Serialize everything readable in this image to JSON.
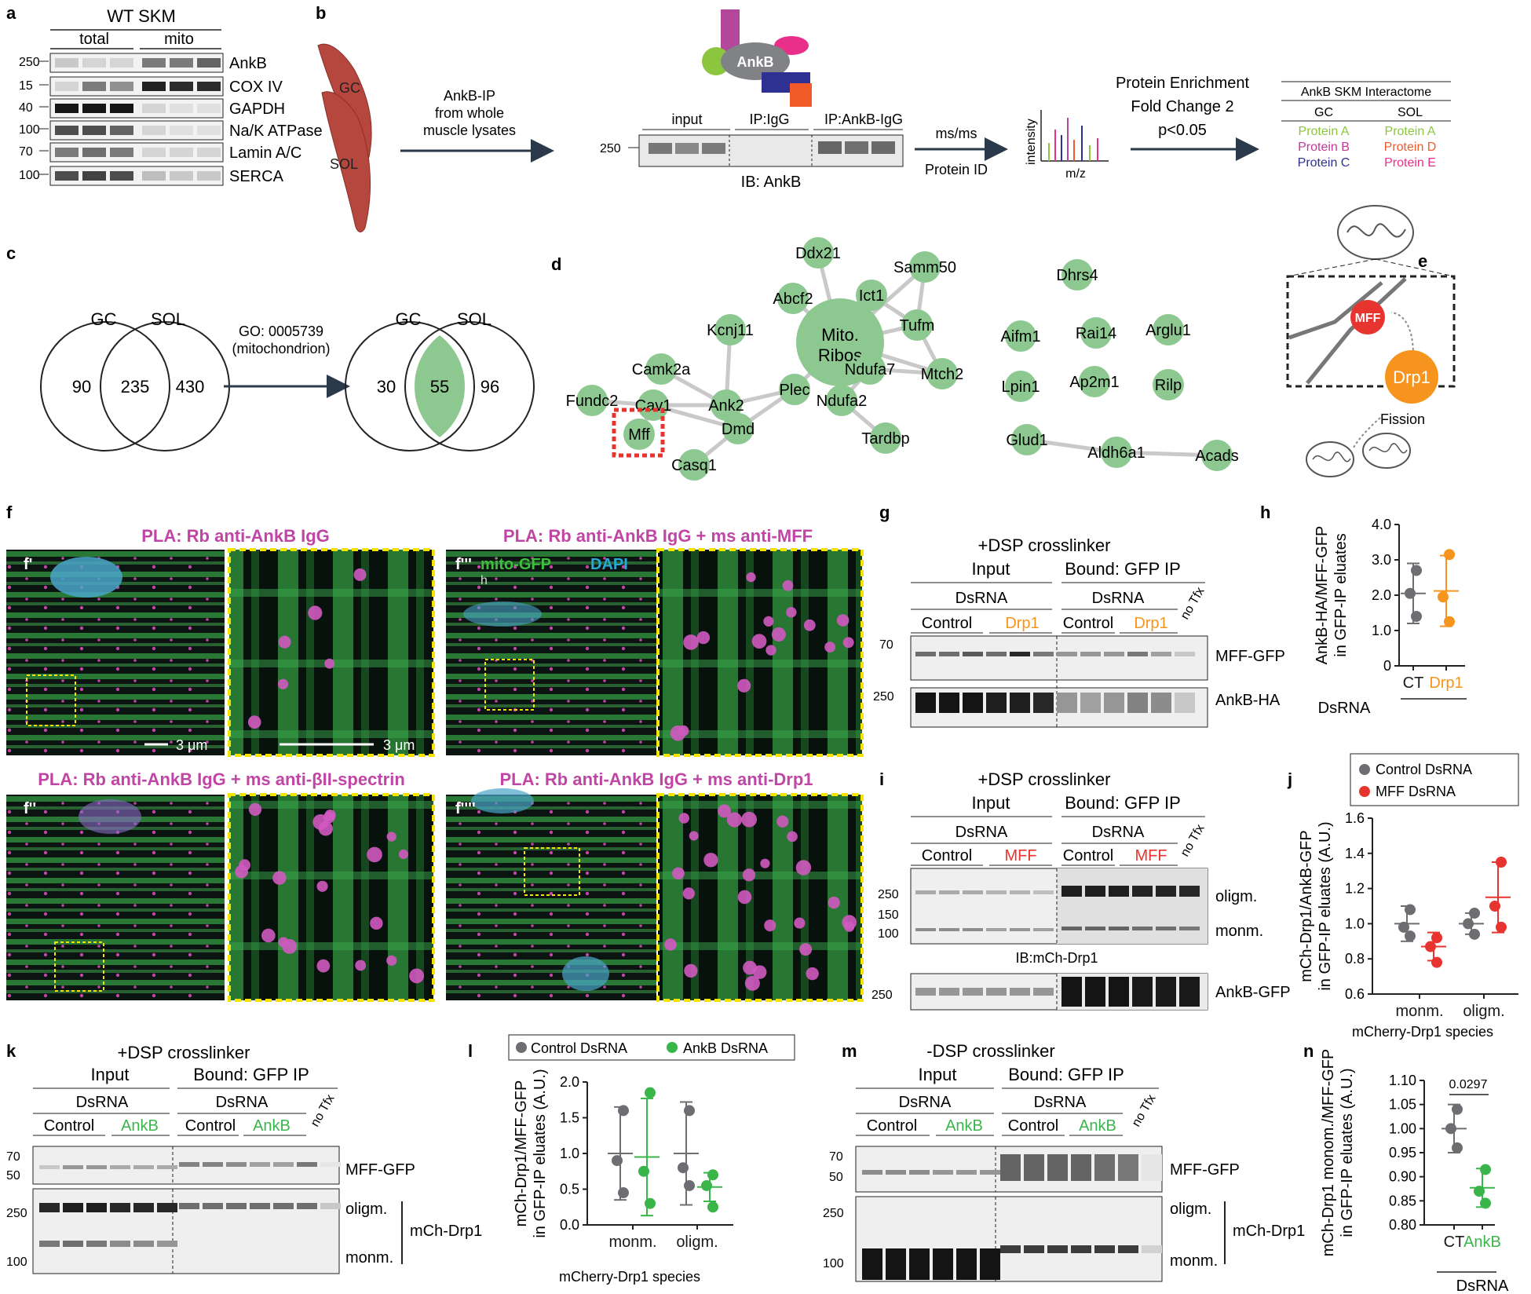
{
  "panel_labels": {
    "a": "a",
    "b": "b",
    "c": "c",
    "d": "d",
    "e": "e",
    "f": "f",
    "g": "g",
    "h": "h",
    "i": "i",
    "j": "j",
    "k": "k",
    "l": "l",
    "m": "m",
    "n": "n"
  },
  "a": {
    "title": "WT SKM",
    "groups": [
      "total",
      "mito"
    ],
    "markers": [
      {
        "mw": "250",
        "name": "AnkB"
      },
      {
        "mw": "15",
        "name": "COX IV"
      },
      {
        "mw": "40",
        "name": "GAPDH"
      },
      {
        "mw": "100",
        "name": "Na/K ATPase"
      },
      {
        "mw": "70",
        "name": "Lamin A/C"
      },
      {
        "mw": "100",
        "name": "SERCA"
      }
    ]
  },
  "b": {
    "muscle1": "GC",
    "muscle2": "SOL",
    "ip_text": [
      "AnkB-IP",
      "from whole",
      "muscle lysates"
    ],
    "complex_label": "AnkB",
    "blot_lanes": [
      "input",
      "IP:IgG",
      "IP:AnkB-IgG"
    ],
    "blot_mw": "250",
    "ib": "IB: AnkB",
    "msms": "ms/ms",
    "protein_id": "Protein ID",
    "spec_y": "intensity",
    "spec_x": "m/z",
    "enrich": [
      "Protein Enrichment",
      "Fold Change 2",
      "p<0.05"
    ],
    "table_title": "AnkB SKM Interactome",
    "table_cols": [
      "GC",
      "SOL"
    ],
    "table_rows": [
      [
        "Protein A",
        "Protein A"
      ],
      [
        "Protein B",
        "Protein D"
      ],
      [
        "Protein C",
        "Protein E"
      ]
    ],
    "table_colors": [
      [
        "#8cc63f",
        "#8cc63f"
      ],
      [
        "#c1399b",
        "#f15a29"
      ],
      [
        "#2e3192",
        "#e8308a"
      ]
    ]
  },
  "c": {
    "venn1_labels": [
      "GC",
      "SOL"
    ],
    "venn1_values": [
      "90",
      "235",
      "430"
    ],
    "go_label": [
      "GO: 0005739",
      "(mitochondrion)"
    ],
    "venn2_labels": [
      "GC",
      "SOL"
    ],
    "venn2_values": [
      "30",
      "55",
      "96"
    ]
  },
  "d": {
    "nodes": [
      "Ddx21",
      "Samm50",
      "Abcf2",
      "Ict1",
      "Kcnj11",
      "Mito.",
      "Ribos",
      "Tufm",
      "Camk2a",
      "Ndufa7",
      "Mtch2",
      "Ank2",
      "Plec",
      "Ndufa2",
      "Fundc2",
      "Cav1",
      "Mff",
      "Dmd",
      "Tardbp",
      "Casq1",
      "Dhrs4",
      "Aifm1",
      "Rai14",
      "Arglu1",
      "Lpin1",
      "Ap2m1",
      "Rilp",
      "Glud1",
      "Aldh6a1",
      "Acads"
    ]
  },
  "e": {
    "mff": "MFF",
    "drp1": "Drp1",
    "fission": "Fission"
  },
  "f": {
    "titles": [
      "PLA: Rb anti-AnkB IgG",
      "PLA: Rb anti-AnkB IgG + ms anti-MFF",
      "PLA: Rb anti-AnkB IgG + ms anti-βII-spectrin",
      "PLA: Rb anti-AnkB IgG + ms anti-Drp1"
    ],
    "sublabels": [
      "f'",
      "f'''",
      "f''",
      "f''''"
    ],
    "mito_label": "mito-GFP",
    "dapi_label": "DAPI",
    "scale1": "3 μm",
    "scale2": "3 μm",
    "stray": "h"
  },
  "g": {
    "title": "+DSP crosslinker",
    "input": "Input",
    "bound": "Bound: GFP IP",
    "dsrna": "DsRNA",
    "control": "Control",
    "kd": "Drp1",
    "notfx": "no Tfx",
    "mw1": "70",
    "mw2": "250",
    "band1": "MFF-GFP",
    "band2": "AnkB-HA"
  },
  "h": {
    "ylabel": [
      "AnkB-HA/MFF-GFP",
      "in GFP-IP eluates"
    ],
    "yticks": [
      "0",
      "1.0",
      "2.0",
      "3.0",
      "4.0"
    ],
    "cats": [
      "CT",
      "Drp1"
    ],
    "group": "DsRNA"
  },
  "i": {
    "title": "+DSP crosslinker",
    "input": "Input",
    "bound": "Bound: GFP IP",
    "dsrna": "DsRNA",
    "control": "Control",
    "kd": "MFF",
    "notfx": "no Tfx",
    "mw": [
      "250",
      "150",
      "100",
      "250"
    ],
    "olig": "oligm.",
    "mono": "monm.",
    "ib": "IB:mCh-Drp1",
    "band": "AnkB-GFP"
  },
  "j": {
    "legend": [
      "Control DsRNA",
      "MFF DsRNA"
    ],
    "ylabel": [
      "mCh-Drp1/AnkB-GFP",
      "in GFP-IP eluates (A.U.)"
    ],
    "yticks": [
      "0.6",
      "0.8",
      "1.0",
      "1.2",
      "1.4",
      "1.6"
    ],
    "cats": [
      "monm.",
      "oligm."
    ],
    "xlabel": "mCherry-Drp1 species"
  },
  "k": {
    "title": "+DSP crosslinker",
    "input": "Input",
    "bound": "Bound: GFP IP",
    "dsrna": "DsRNA",
    "control": "Control",
    "kd": "AnkB",
    "notfx": "no Tfx",
    "mw": [
      "70",
      "50",
      "250",
      "100"
    ],
    "band1": "MFF-GFP",
    "olig": "oligm.",
    "mono": "monm.",
    "drp": "mCh-Drp1"
  },
  "l": {
    "legend": [
      "Control DsRNA",
      "AnkB DsRNA"
    ],
    "ylabel": [
      "mCh-Drp1/MFF-GFP",
      "in GFP-IP eluates (A.U.)"
    ],
    "yticks": [
      "0.0",
      "0.5",
      "1.0",
      "1.5",
      "2.0"
    ],
    "cats": [
      "monm.",
      "oligm."
    ],
    "xlabel": "mCherry-Drp1 species"
  },
  "m": {
    "title": "-DSP crosslinker",
    "input": "Input",
    "bound": "Bound: GFP IP",
    "dsrna": "DsRNA",
    "control": "Control",
    "kd": "AnkB",
    "notfx": "no Tfx",
    "mw": [
      "70",
      "50",
      "250",
      "100"
    ],
    "band1": "MFF-GFP",
    "olig": "oligm.",
    "mono": "monm.",
    "drp": "mCh-Drp1"
  },
  "n": {
    "ylabel": [
      "mCh-Drp1 monom./MFF-GFP",
      "in GFP-IP eluates (A.U.)"
    ],
    "yticks": [
      "0.80",
      "0.85",
      "0.90",
      "0.95",
      "1.00",
      "1.05",
      "1.10"
    ],
    "pvalue": "0.0297",
    "cats": [
      "CT",
      "AnkB"
    ],
    "group": "DsRNA"
  },
  "colors": {
    "ct": "#6d6e71",
    "drp1": "#f7941d",
    "mff": "#e8342e",
    "ankb": "#39b54a",
    "pla": "#c045a4",
    "green": "#8dc891"
  },
  "chart_data": [
    {
      "type": "scatter",
      "title": "",
      "ylabel": "AnkB-HA/MFF-GFP in GFP-IP eluates",
      "categories": [
        "CT",
        "Drp1"
      ],
      "series": [
        {
          "name": "CT",
          "values": [
            2.7,
            2.05,
            1.4
          ],
          "mean": 2.05,
          "sd": 0.85
        },
        {
          "name": "Drp1",
          "values": [
            3.15,
            1.95,
            1.25
          ],
          "mean": 2.12,
          "sd": 1.0
        }
      ],
      "ylim": [
        0,
        4
      ]
    },
    {
      "type": "scatter",
      "ylabel": "mCh-Drp1/AnkB-GFP in GFP-IP eluates (A.U.)",
      "xlabel": "mCherry-Drp1 species",
      "categories": [
        "monm.",
        "oligm."
      ],
      "series": [
        {
          "name": "Control DsRNA",
          "values": [
            [
              1.08,
              0.98,
              0.93
            ],
            [
              1.06,
              1.0,
              0.94
            ]
          ],
          "mean": [
            1.0,
            1.0
          ],
          "sd": [
            0.1,
            0.06
          ]
        },
        {
          "name": "MFF DsRNA",
          "values": [
            [
              0.92,
              0.87,
              0.78
            ],
            [
              1.35,
              1.1,
              0.98
            ]
          ],
          "mean": [
            0.87,
            1.15
          ],
          "sd": [
            0.08,
            0.2
          ]
        }
      ],
      "ylim": [
        0.6,
        1.6
      ]
    },
    {
      "type": "scatter",
      "ylabel": "mCh-Drp1/MFF-GFP in GFP-IP eluates (A.U.)",
      "xlabel": "mCherry-Drp1 species",
      "categories": [
        "monm.",
        "oligm."
      ],
      "series": [
        {
          "name": "Control DsRNA",
          "values": [
            [
              1.6,
              0.9,
              0.45
            ],
            [
              1.6,
              0.8,
              0.55
            ]
          ],
          "mean": [
            1.0,
            1.0
          ],
          "sd": [
            0.65,
            0.72
          ]
        },
        {
          "name": "AnkB DsRNA",
          "values": [
            [
              1.85,
              0.75,
              0.3
            ],
            [
              0.7,
              0.55,
              0.25
            ]
          ],
          "mean": [
            0.95,
            0.53
          ],
          "sd": [
            0.82,
            0.2
          ]
        }
      ],
      "ylim": [
        0,
        2
      ]
    },
    {
      "type": "scatter",
      "ylabel": "mCh-Drp1 monom./MFF-GFP in GFP-IP eluates (A.U.)",
      "categories": [
        "CT",
        "AnkB"
      ],
      "series": [
        {
          "name": "CT",
          "values": [
            1.04,
            1.0,
            0.96
          ],
          "mean": 1.0,
          "sd": 0.05
        },
        {
          "name": "AnkB",
          "values": [
            0.915,
            0.87,
            0.845
          ],
          "mean": 0.877,
          "sd": 0.04
        }
      ],
      "ylim": [
        0.8,
        1.1
      ],
      "pvalue": "0.0297"
    }
  ]
}
